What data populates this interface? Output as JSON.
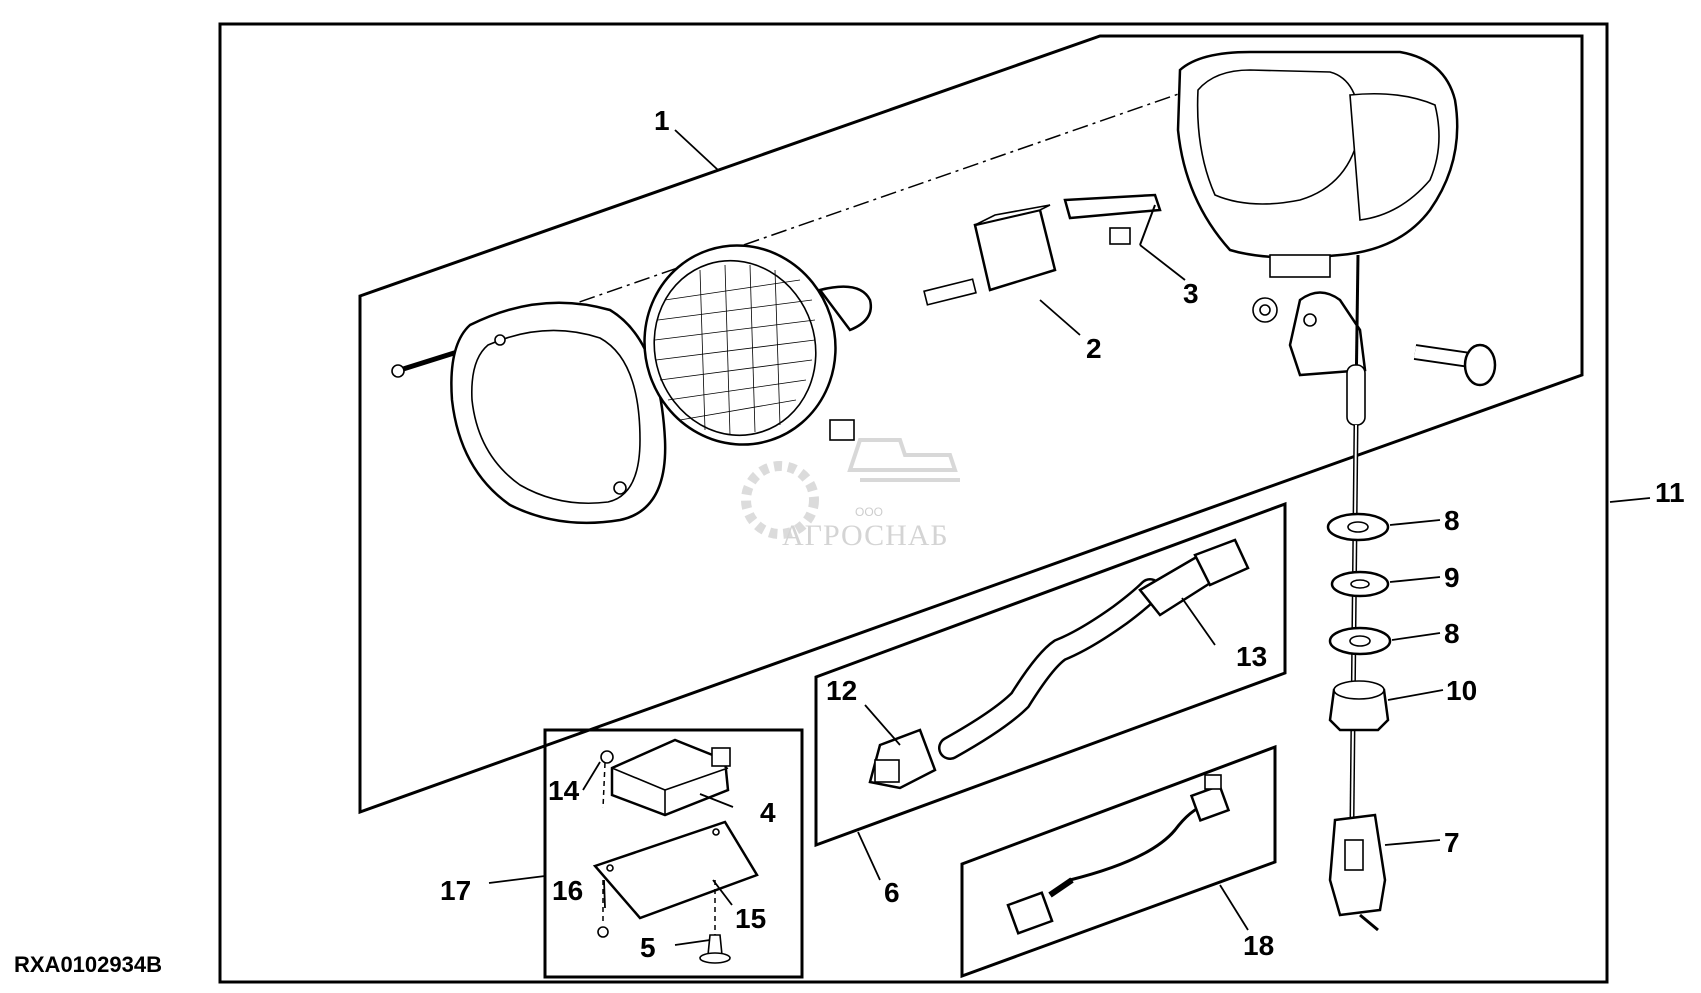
{
  "figure_code": "RXA0102934B",
  "callouts": {
    "c1": "1",
    "c2": "2",
    "c3": "3",
    "c4": "4",
    "c5": "5",
    "c6": "6",
    "c7": "7",
    "c8a": "8",
    "c8b": "8",
    "c9": "9",
    "c10": "10",
    "c11": "11",
    "c12": "12",
    "c13": "13",
    "c14": "14",
    "c15": "15",
    "c16": "16",
    "c17": "17",
    "c18": "18"
  },
  "watermark": {
    "brand": "АГРОСНАБ",
    "prefix": "ООО"
  }
}
